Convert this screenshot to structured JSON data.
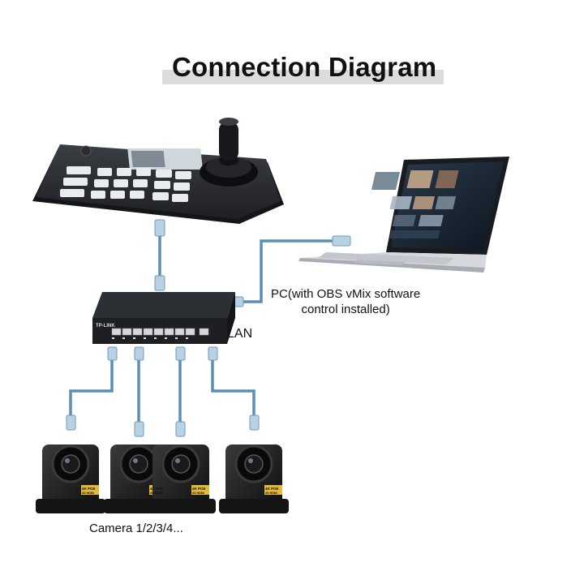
{
  "title": "Connection Diagram",
  "labels": {
    "pc_line1": "PC(with OBS vMix software",
    "pc_line2": "control installed)",
    "lan": "LAN",
    "cameras": "Camera 1/2/3/4..."
  },
  "switch": {
    "brand": "TP-LINK"
  },
  "camera_badge": {
    "line1": "4K POE",
    "line2": "3G HDMI"
  },
  "colors": {
    "cable": "#5b8fb5",
    "device": "#1f2226",
    "title_bar": "#dcdcdc"
  }
}
